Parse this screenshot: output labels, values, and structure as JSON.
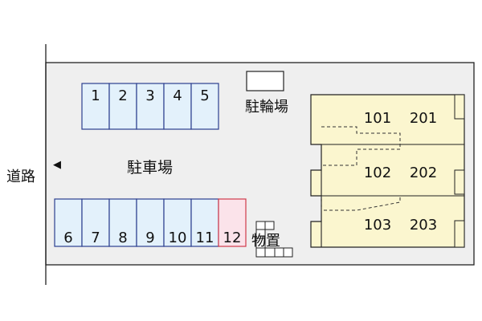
{
  "road_label": "道路",
  "road_arrow": "◀",
  "parking_label": "駐車場",
  "bicycle_parking_label": "駐輪場",
  "storage_label": "物置",
  "spaces_top": [
    "1",
    "2",
    "3",
    "4",
    "5"
  ],
  "spaces_bottom": [
    "6",
    "7",
    "8",
    "9",
    "10",
    "11",
    "12"
  ],
  "highlighted_space": "12",
  "units": [
    {
      "left": "101",
      "right": "201"
    },
    {
      "left": "102",
      "right": "202"
    },
    {
      "left": "103",
      "right": "203"
    }
  ],
  "colors": {
    "lot_fill": "#efefef",
    "space_fill": "#e3f1fb",
    "space_stroke": "#2c3f8f",
    "highlight_fill": "#fbe3ea",
    "highlight_stroke": "#d03a4a",
    "building_fill": "#fbf6cf"
  }
}
